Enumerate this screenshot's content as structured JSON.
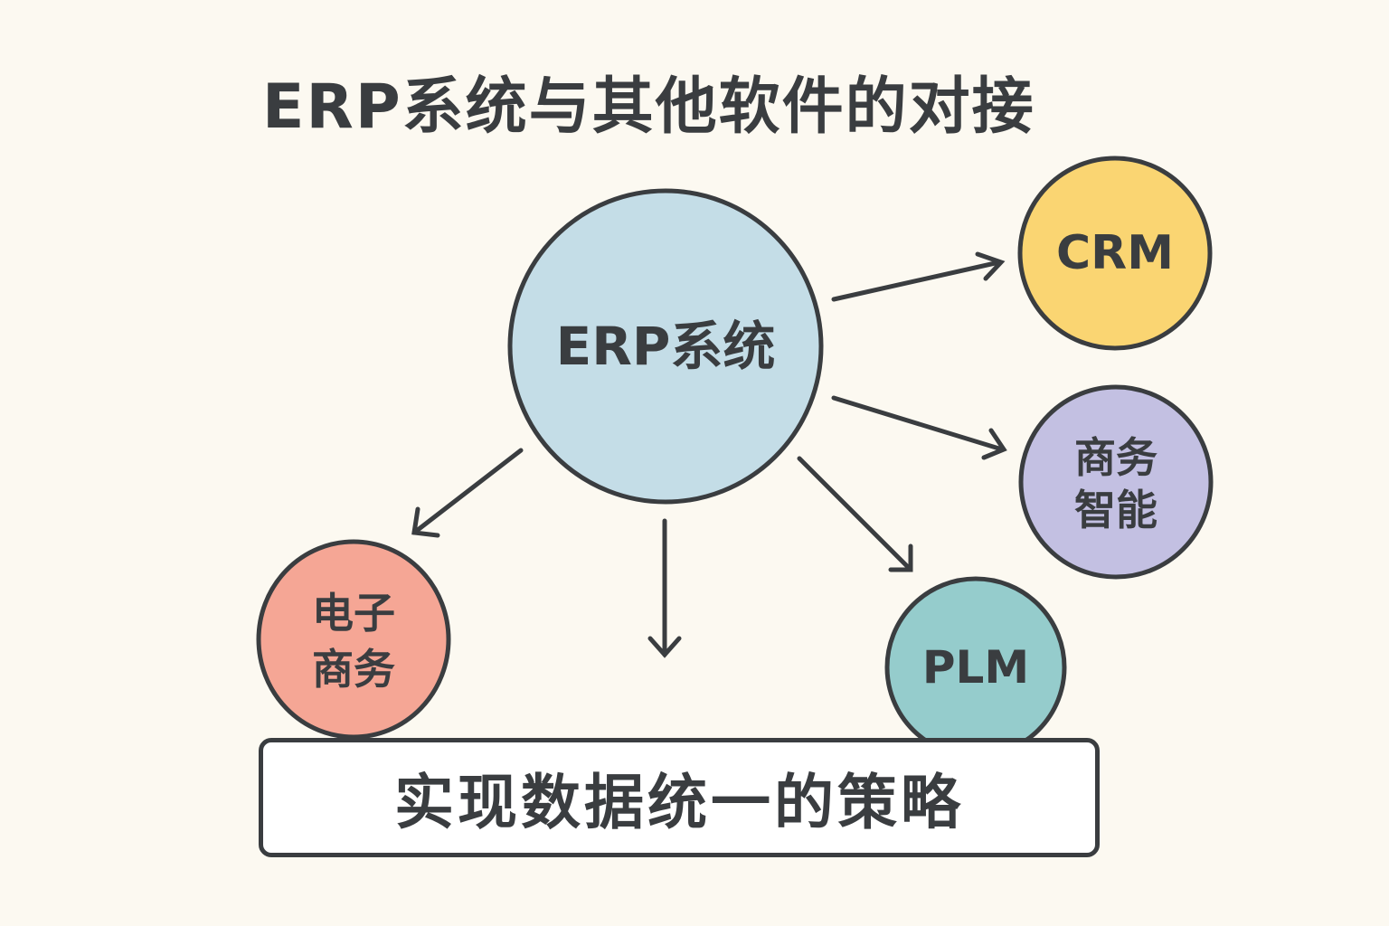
{
  "title": "ERP系统与其他软件的对接",
  "colors": {
    "background": "#fcf9f1",
    "stroke": "#3a3d40",
    "erp": "#c4dde7",
    "crm": "#fad572",
    "bi": "#c3c0e2",
    "ecommerce": "#f5a695",
    "plm": "#95cccc"
  },
  "nodes": {
    "erp": {
      "label": "ERP系统"
    },
    "crm": {
      "label": "CRM"
    },
    "bi": {
      "label_lines": [
        "商务",
        "智能"
      ]
    },
    "ecommerce": {
      "label_lines": [
        "电子",
        "商务"
      ]
    },
    "plm": {
      "label": "PLM"
    }
  },
  "edges": [
    {
      "from": "ERP系统",
      "to": "CRM"
    },
    {
      "from": "ERP系统",
      "to": "商务智能"
    },
    {
      "from": "ERP系统",
      "to": "PLM"
    },
    {
      "from": "ERP系统",
      "to": "实现数据统一的策略"
    },
    {
      "from": "ERP系统",
      "to": "电子商务"
    }
  ],
  "strategy": {
    "label": "实现数据统一的策略"
  }
}
